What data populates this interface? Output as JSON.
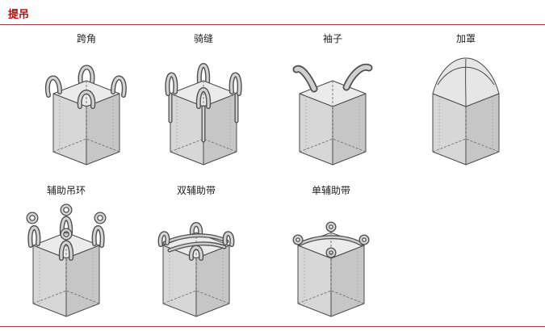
{
  "page": {
    "title": "提吊",
    "accent_color": "#cc0000",
    "rule_color": "#9e3b3b"
  },
  "items": [
    {
      "label": "跨角",
      "diagram": "cross-corner-loop-bag"
    },
    {
      "label": "骑缝",
      "diagram": "cross-seam-loop-bag"
    },
    {
      "label": "袖子",
      "diagram": "sleeve-lift-bag"
    },
    {
      "label": "加罩",
      "diagram": "hood-lift-bag"
    },
    {
      "label": "辅助吊环",
      "diagram": "auxiliary-lifting-ring-bag"
    },
    {
      "label": "双辅助带",
      "diagram": "double-auxiliary-strap-bag"
    },
    {
      "label": "单辅助带",
      "diagram": "single-auxiliary-strap-bag"
    }
  ]
}
